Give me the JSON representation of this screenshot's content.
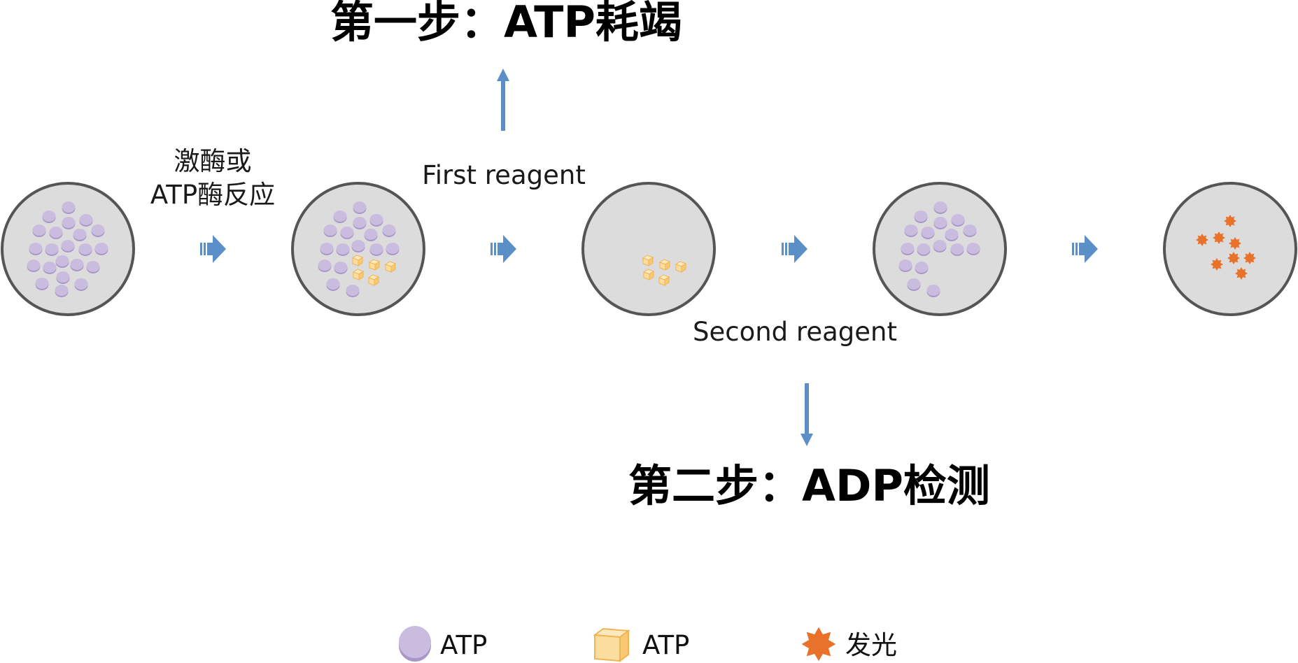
{
  "step1_title": "第一步：ATP耗竭",
  "step2_title": "第二步：ADP检测",
  "reaction_label_line1": "激酶或",
  "reaction_label_line2": "ATP酶反应",
  "first_reagent_label": "First reagent",
  "second_reagent_label": "Second reagent",
  "legend": [
    {
      "symbol": "purple-circle",
      "label": "ATP"
    },
    {
      "symbol": "yellow-cube",
      "label": "ATP"
    },
    {
      "symbol": "orange-burst",
      "label": "发光"
    }
  ],
  "colors": {
    "well_fill": "#dcdcdc",
    "well_stroke": "#555555",
    "atp_purple": "#c9bcdf",
    "atp_purple_edge": "#a996c9",
    "cube_fill": "#fcdda0",
    "cube_edge": "#f0b550",
    "light_orange": "#e8722a",
    "arrow_blue": "#5b8fc7"
  }
}
